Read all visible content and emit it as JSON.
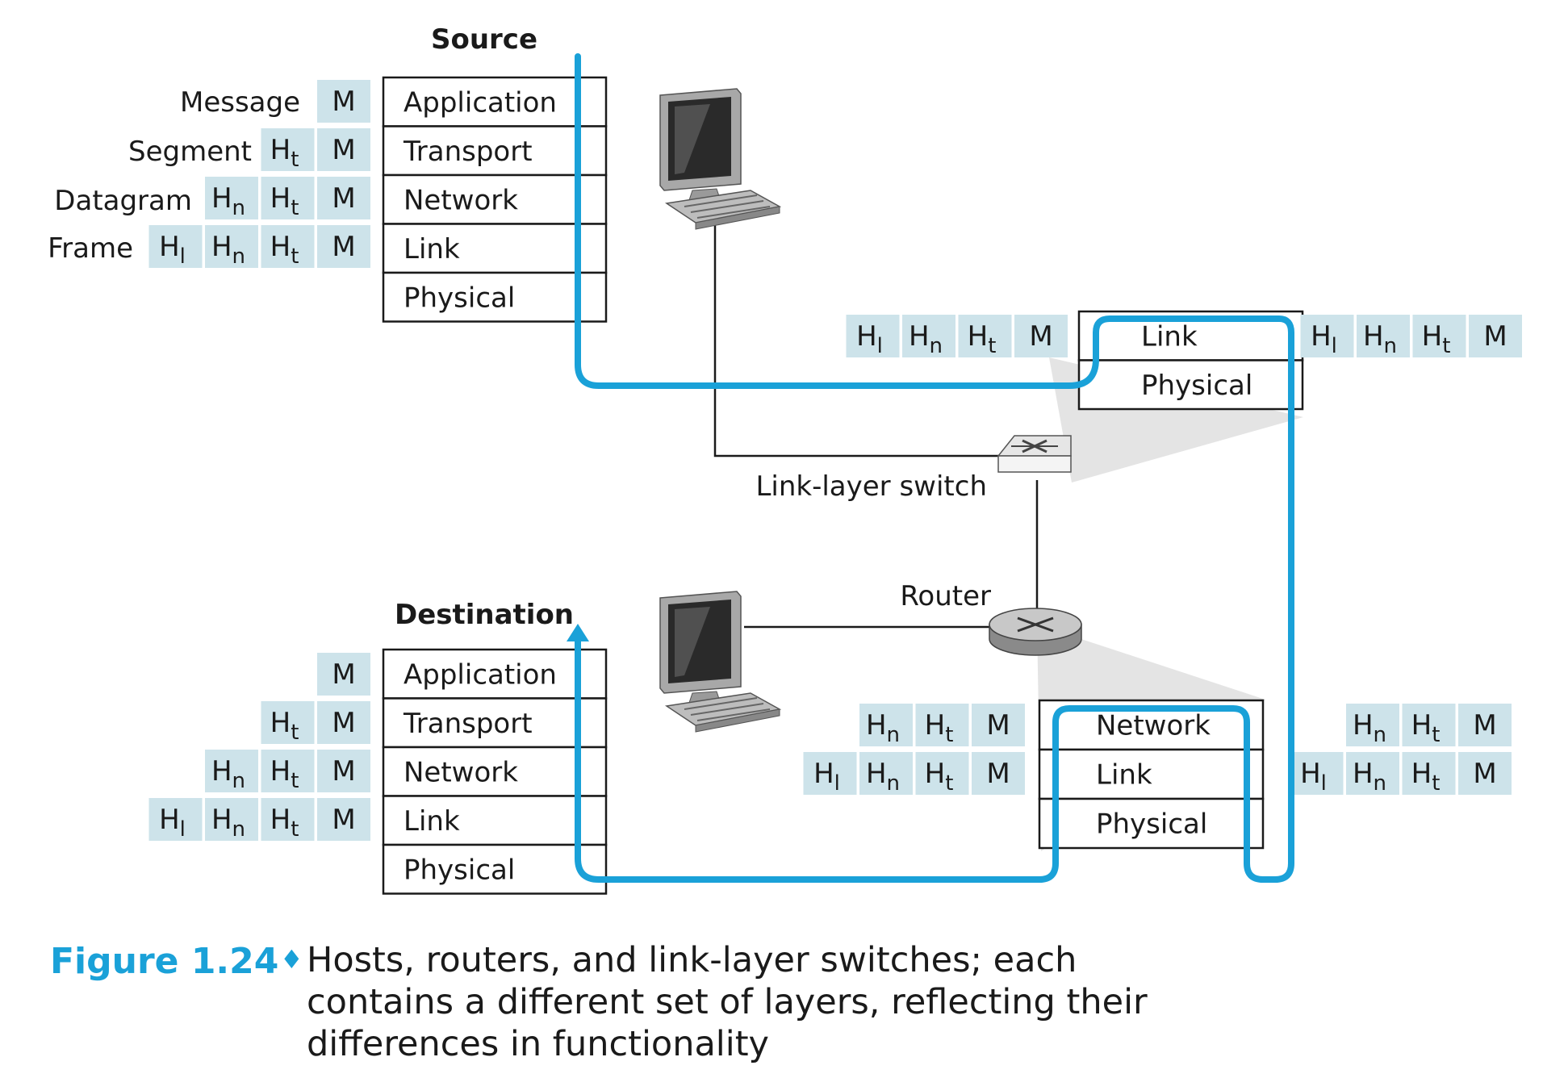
{
  "source_label": "Source",
  "destination_label": "Destination",
  "switch_label": "Link-layer switch",
  "router_label": "Router",
  "source_stack": [
    "Application",
    "Transport",
    "Network",
    "Link",
    "Physical"
  ],
  "destination_stack": [
    "Application",
    "Transport",
    "Network",
    "Link",
    "Physical"
  ],
  "switch_stack": [
    "Link",
    "Physical"
  ],
  "router_stack": [
    "Network",
    "Link",
    "Physical"
  ],
  "pdu_names": [
    "Message",
    "Segment",
    "Datagram",
    "Frame"
  ],
  "header_letter": "H",
  "header_subscripts": {
    "link": "l",
    "network": "n",
    "transport": "t"
  },
  "message_letter": "M",
  "caption": {
    "figure": "Figure 1.24",
    "text": "Hosts, routers, and link-layer switches; each contains a different set of layers, reflecting their differences in functionality"
  },
  "colors": {
    "accent": "#1aa1d8",
    "header_fill": "#cde3ea"
  },
  "icons": [
    "computer-icon",
    "switch-icon",
    "router-icon"
  ]
}
